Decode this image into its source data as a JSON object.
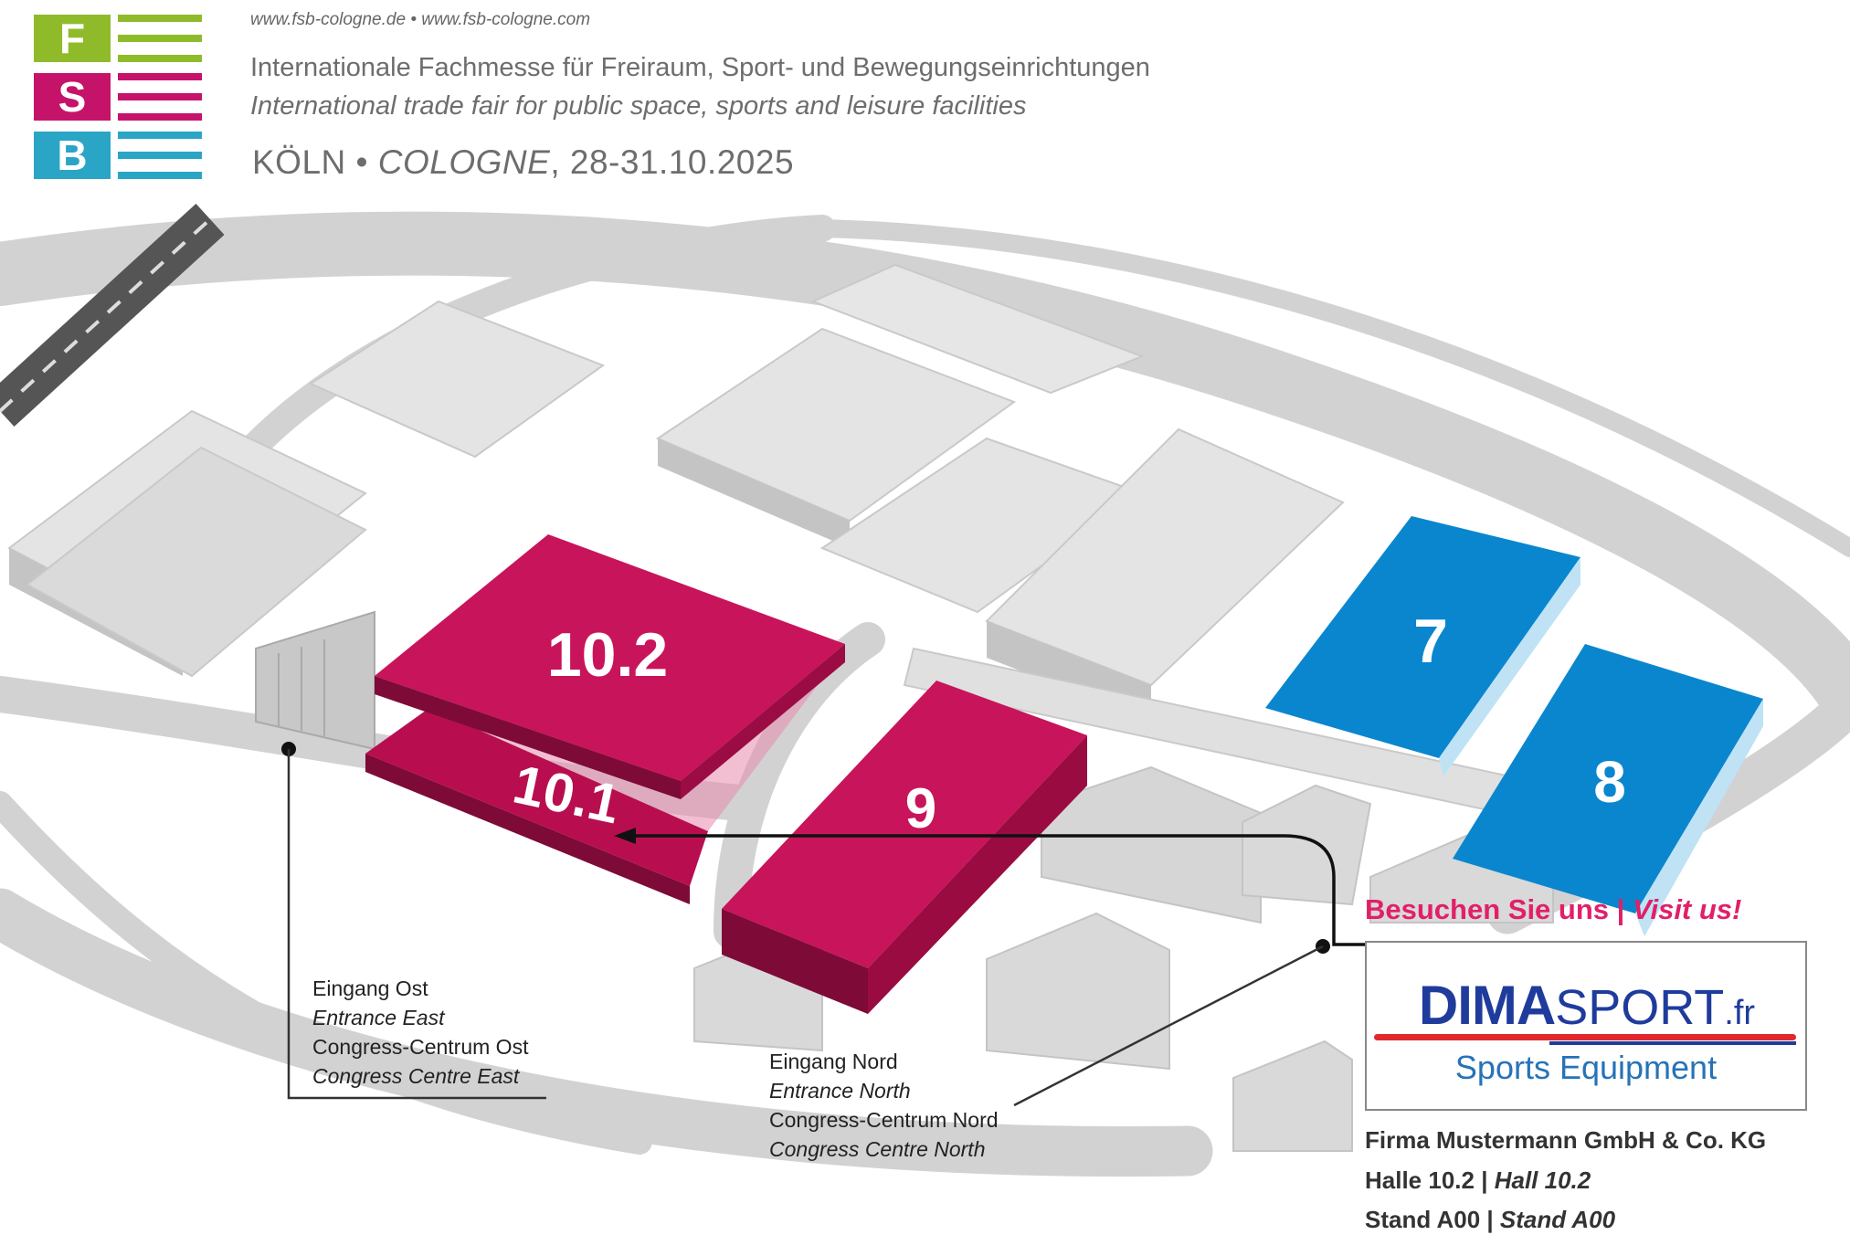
{
  "header": {
    "logo_letters": [
      "F",
      "S",
      "B"
    ],
    "logo_colors": [
      "#8fbb2b",
      "#c6136a",
      "#2aa5c6"
    ],
    "urls": "www.fsb-cologne.de • www.fsb-cologne.com",
    "title_de": "Internationale Fachmesse für Freiraum, Sport- und Bewegungseinrichtungen",
    "title_en": "International trade fair for public space, sports and leisure facilities",
    "city_de": "KÖLN • ",
    "city_en": "COLOGNE",
    "dates": ", 28-31.10.2025"
  },
  "map": {
    "halls": [
      {
        "id": "hall-10-2",
        "label": "10.2",
        "color": "#c8145a"
      },
      {
        "id": "hall-10-1",
        "label": "10.1",
        "color": "#c8145a"
      },
      {
        "id": "hall-9",
        "label": "9",
        "color": "#c8145a"
      },
      {
        "id": "hall-7",
        "label": "7",
        "color": "#0a86cf"
      },
      {
        "id": "hall-8",
        "label": "8",
        "color": "#0a86cf"
      }
    ],
    "entrance_east": [
      "Eingang Ost",
      "Entrance East",
      "Congress-Centrum Ost",
      "Congress Centre East"
    ],
    "entrance_north": [
      "Eingang Nord",
      "Entrance North",
      "Congress-Centrum Nord",
      "Congress Centre North"
    ]
  },
  "exhibitor": {
    "visit_de": "Besuchen Sie uns | ",
    "visit_en": "Visit us!",
    "logo_dima": "DIMA",
    "logo_sport": "SPORT",
    "logo_tld": ".fr",
    "tagline": "Sports Equipment",
    "company": "Firma Mustermann GmbH & Co. KG",
    "hall_de": "Halle 10.2 | ",
    "hall_en": "Hall 10.2",
    "stand_de": "Stand A00 | ",
    "stand_en": "Stand A00"
  }
}
